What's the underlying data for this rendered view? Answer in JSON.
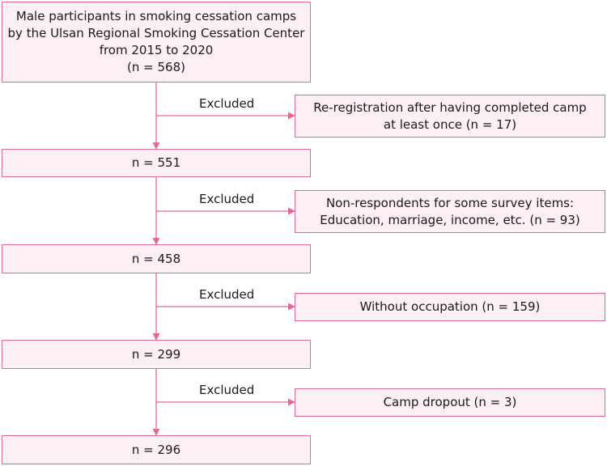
{
  "colors": {
    "stroke": "#e0699a",
    "box_fill": "#fdf0f5",
    "text": "#1a1a1a"
  },
  "top_box": {
    "lines": [
      "Male participants in smoking cessation camps",
      "by the Ulsan Regional Smoking Cessation Center",
      "from 2015 to 2020",
      "(n = 568)"
    ]
  },
  "main_boxes": [
    "n = 551",
    "n = 458",
    "n = 299",
    "n = 296"
  ],
  "excluded_label": "Excluded",
  "exclusion_boxes": [
    {
      "lines": [
        "Re-registration after having completed camp",
        "at least once (n = 17)"
      ]
    },
    {
      "lines": [
        "Non-respondents for some survey items:",
        "Education, marriage, income, etc. (n = 93)"
      ]
    },
    {
      "lines": [
        "Without occupation (n = 159)"
      ]
    },
    {
      "lines": [
        "Camp dropout (n = 3)"
      ]
    }
  ]
}
